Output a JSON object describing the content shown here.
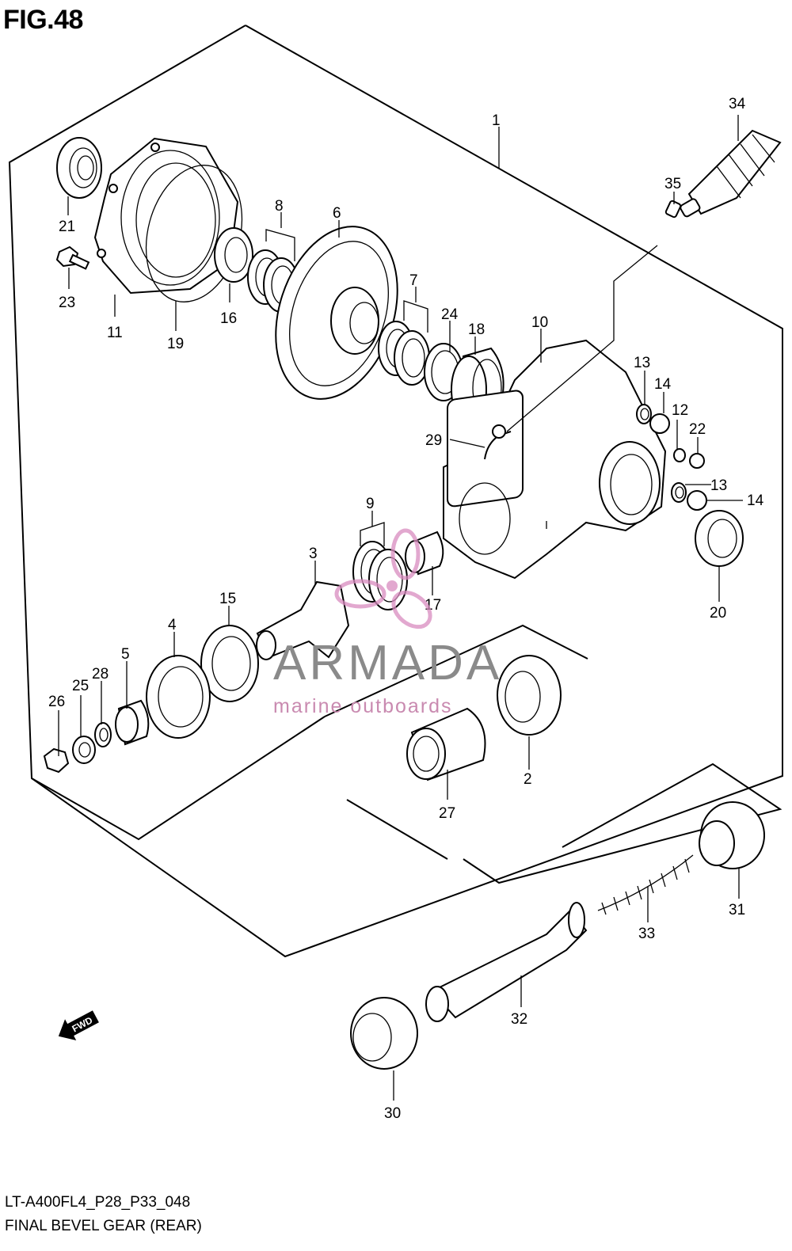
{
  "figure": {
    "title": "FIG.48",
    "model_code": "LT-A400FL4_P28_P33_048",
    "name": "FINAL BEVEL GEAR (REAR)"
  },
  "watermark": {
    "brand": "ARMADA",
    "tagline": "marine outboards",
    "color_text": "#8a8a8a",
    "color_accent": "#d98bbf"
  },
  "direction_badge": {
    "label": "FWD",
    "icon": "fwd-arrow-icon"
  },
  "callouts": [
    {
      "num": "1"
    },
    {
      "num": "2"
    },
    {
      "num": "3"
    },
    {
      "num": "4"
    },
    {
      "num": "5"
    },
    {
      "num": "6"
    },
    {
      "num": "7"
    },
    {
      "num": "8"
    },
    {
      "num": "9"
    },
    {
      "num": "10"
    },
    {
      "num": "11"
    },
    {
      "num": "12"
    },
    {
      "num": "13"
    },
    {
      "num": "13"
    },
    {
      "num": "14"
    },
    {
      "num": "14"
    },
    {
      "num": "15"
    },
    {
      "num": "16"
    },
    {
      "num": "17"
    },
    {
      "num": "18"
    },
    {
      "num": "19"
    },
    {
      "num": "20"
    },
    {
      "num": "21"
    },
    {
      "num": "22"
    },
    {
      "num": "23"
    },
    {
      "num": "24"
    },
    {
      "num": "25"
    },
    {
      "num": "26"
    },
    {
      "num": "27"
    },
    {
      "num": "28"
    },
    {
      "num": "29"
    },
    {
      "num": "30"
    },
    {
      "num": "31"
    },
    {
      "num": "32"
    },
    {
      "num": "33"
    },
    {
      "num": "34"
    },
    {
      "num": "35"
    }
  ]
}
